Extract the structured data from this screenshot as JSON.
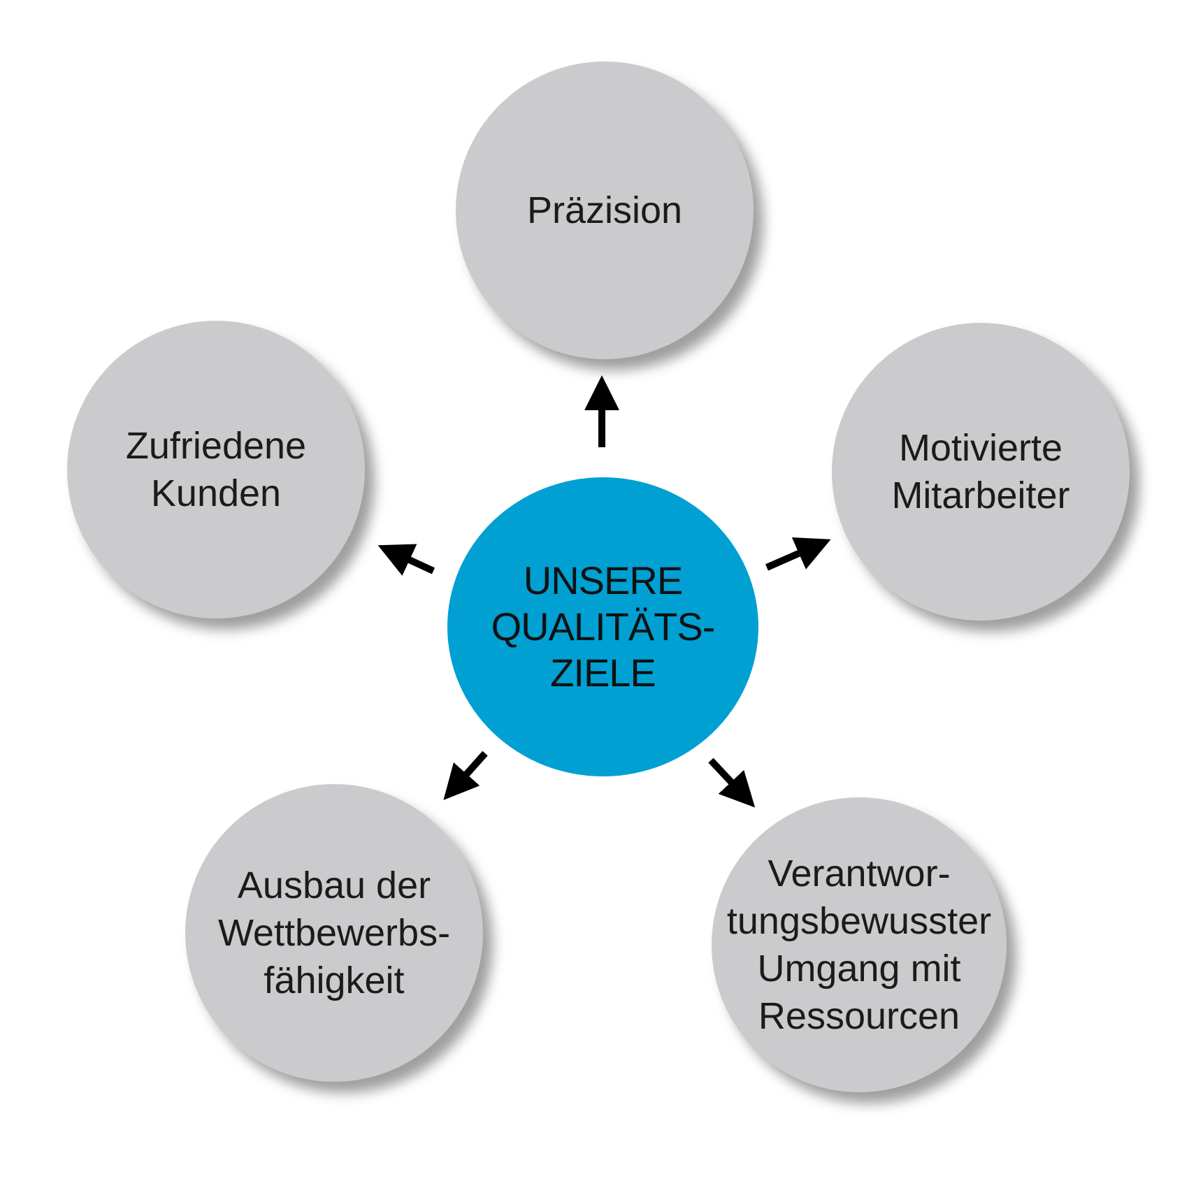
{
  "center": {
    "label": "UNSERE\nQUALITÄTS-\nZIELE",
    "color": "#00a0d3"
  },
  "goals": [
    {
      "label": "Präzision"
    },
    {
      "label": "Motivierte\nMitarbeiter"
    },
    {
      "label": "Verantwor-\ntungsbewusster\nUmgang mit\nRessourcen"
    },
    {
      "label": "Ausbau der\nWettbewerbs-\nfähigkeit"
    },
    {
      "label": "Zufriedene\nKunden"
    }
  ],
  "colors": {
    "goal_fill": "#cbcbcd",
    "arrow": "#000000"
  }
}
